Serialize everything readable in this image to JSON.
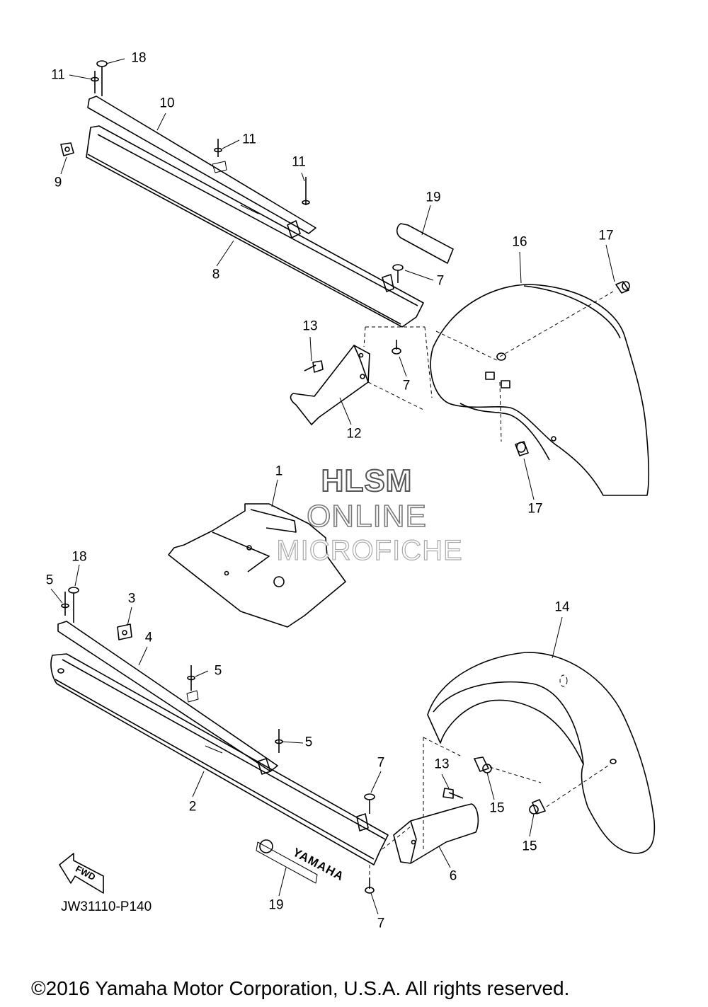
{
  "watermark": {
    "line1": "HLSM",
    "line2": "ONLINE",
    "line3": "MICROFICHE"
  },
  "diagram_code": "JW31110-P140",
  "copyright": "©2016 Yamaha Motor Corporation, U.S.A. All rights reserved.",
  "fwd_label": "FWD",
  "brand_text": "YAMAHA",
  "callouts": [
    {
      "id": "c18a",
      "label": "18"
    },
    {
      "id": "c11a",
      "label": "11"
    },
    {
      "id": "c10",
      "label": "10"
    },
    {
      "id": "c11b",
      "label": "11"
    },
    {
      "id": "c9",
      "label": "9"
    },
    {
      "id": "c11c",
      "label": "11"
    },
    {
      "id": "c19a",
      "label": "19"
    },
    {
      "id": "c8",
      "label": "8"
    },
    {
      "id": "c16",
      "label": "16"
    },
    {
      "id": "c17a",
      "label": "17"
    },
    {
      "id": "c7a",
      "label": "7"
    },
    {
      "id": "c13a",
      "label": "13"
    },
    {
      "id": "c7b",
      "label": "7"
    },
    {
      "id": "c12",
      "label": "12"
    },
    {
      "id": "c17b",
      "label": "17"
    },
    {
      "id": "c1",
      "label": "1"
    },
    {
      "id": "c18b",
      "label": "18"
    },
    {
      "id": "c5a",
      "label": "5"
    },
    {
      "id": "c3",
      "label": "3"
    },
    {
      "id": "c4",
      "label": "4"
    },
    {
      "id": "c5b",
      "label": "5"
    },
    {
      "id": "c14",
      "label": "14"
    },
    {
      "id": "c5c",
      "label": "5"
    },
    {
      "id": "c7c",
      "label": "7"
    },
    {
      "id": "c13b",
      "label": "13"
    },
    {
      "id": "c15a",
      "label": "15"
    },
    {
      "id": "c2",
      "label": "2"
    },
    {
      "id": "c15b",
      "label": "15"
    },
    {
      "id": "c6",
      "label": "6"
    },
    {
      "id": "c19b",
      "label": "19"
    },
    {
      "id": "c7d",
      "label": "7"
    }
  ]
}
